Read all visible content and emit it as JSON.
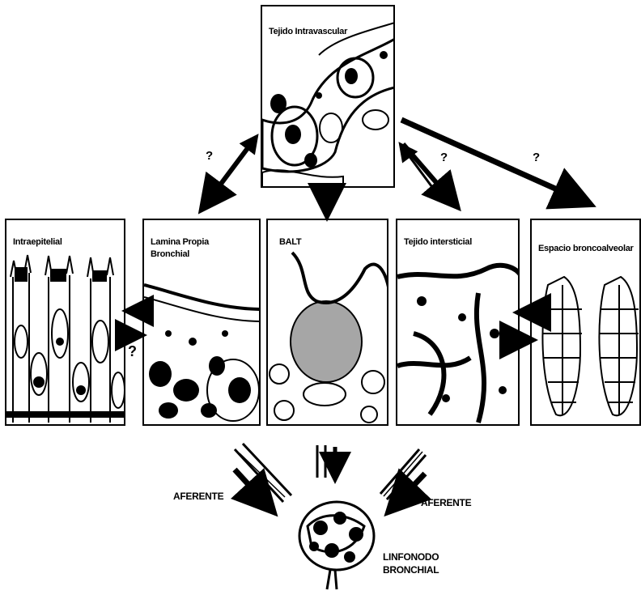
{
  "panels": {
    "intravascular": "Tejido Intravascular",
    "intraepitelial": "Intraepitelial",
    "lamina_propia": "Lamina Propia\nBronchial",
    "balt": "BALT",
    "intersticial": "Tejido intersticial",
    "broncoalveolar": "Espacio broncoalveolar"
  },
  "question_mark": "?",
  "afferent_label": "AFERENTE",
  "lymph_node_label": "LINFONODO\nBRONCHIAL"
}
